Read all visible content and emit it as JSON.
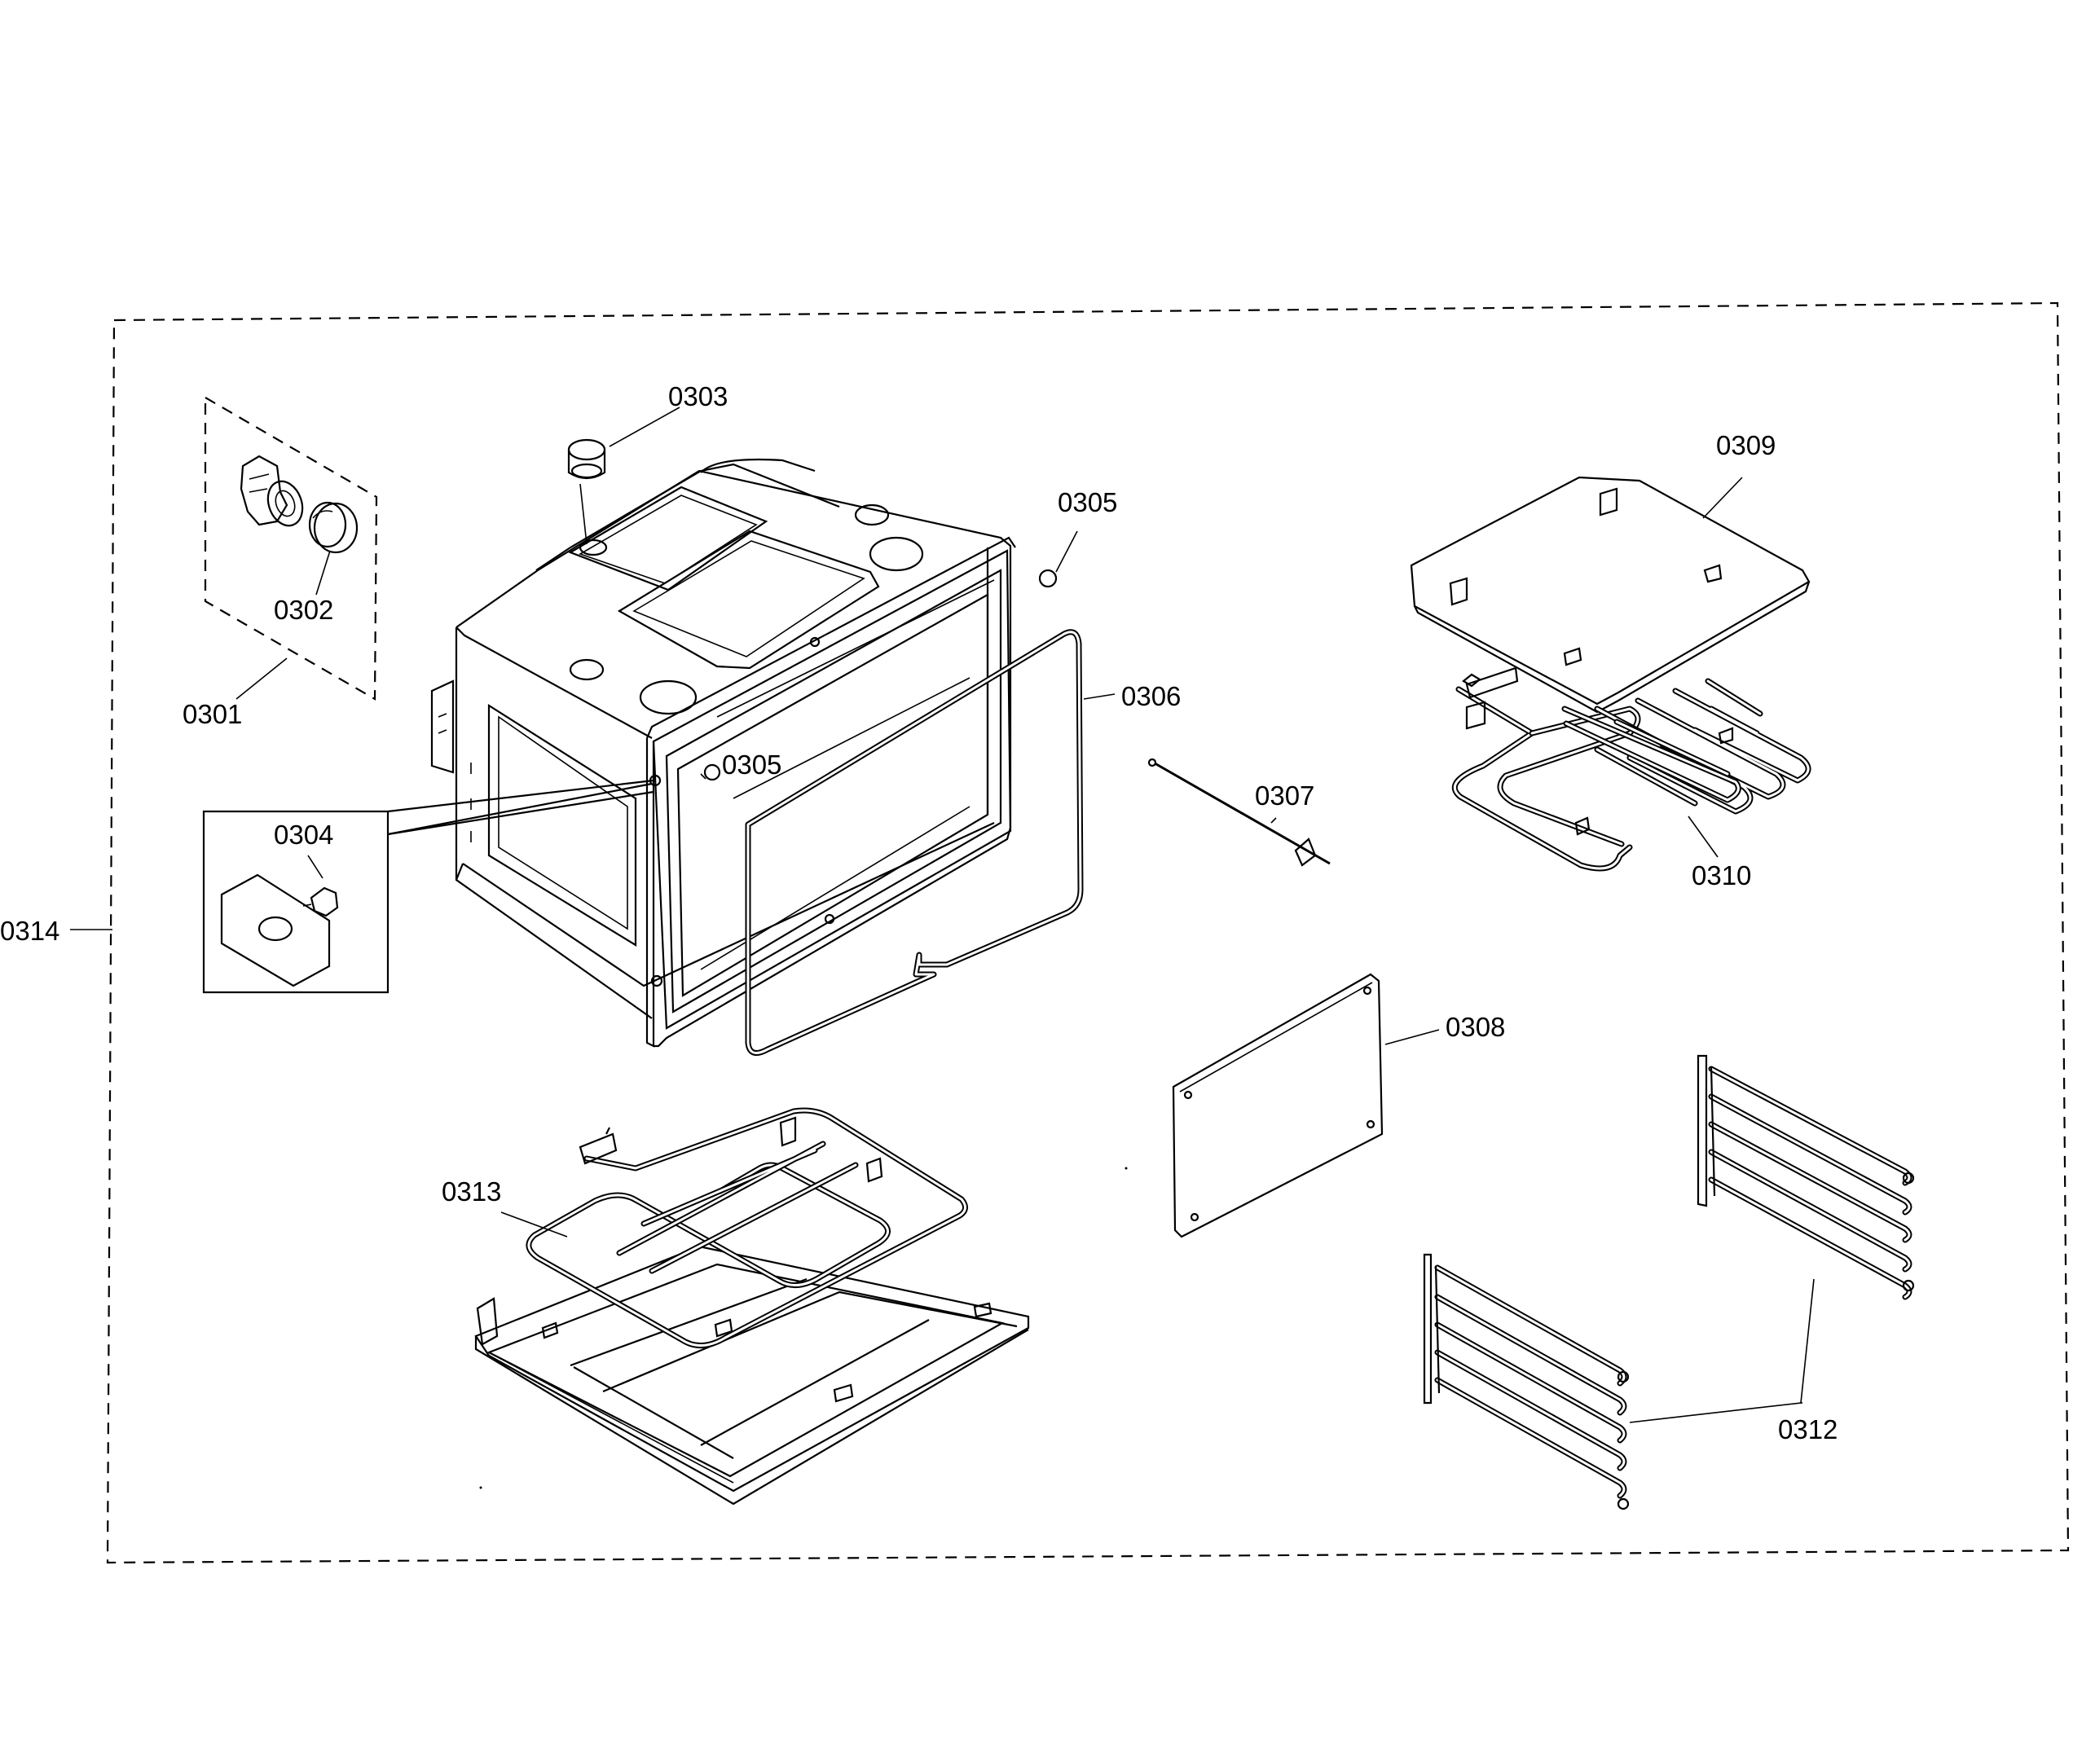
{
  "labels": {
    "p0301": "0301",
    "p0302": "0302",
    "p0303": "0303",
    "p0304": "0304",
    "p0305a": "0305",
    "p0305b": "0305",
    "p0306": "0306",
    "p0307": "0307",
    "p0308": "0308",
    "p0309": "0309",
    "p0310": "0310",
    "p0312": "0312",
    "p0313": "0313",
    "p0314": "0314"
  }
}
